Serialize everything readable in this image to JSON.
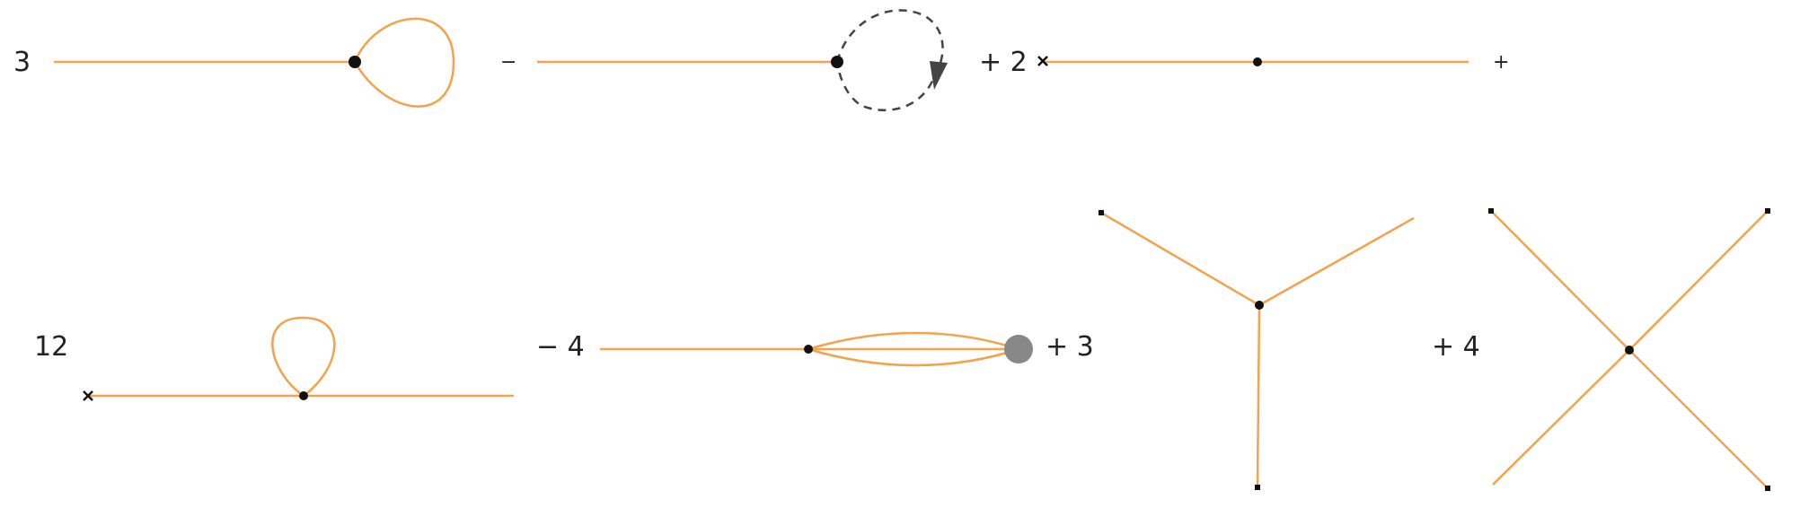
{
  "row1": {
    "t1_coef": "3",
    "t2_op": "−",
    "t3_coef": "+ 2",
    "t4_op": "+"
  },
  "row2": {
    "t1_coef": "12",
    "t2_coef": "− 4",
    "t3_coef": "+ 3",
    "t4_coef": "+ 4"
  },
  "colors": {
    "propagator": "#f4a24b",
    "ghost": "#444444",
    "vertex": "#111111",
    "blob": "#888888"
  },
  "icons": {
    "source": "cross-marker-icon",
    "ghost_arrow": "arrowhead-icon"
  }
}
